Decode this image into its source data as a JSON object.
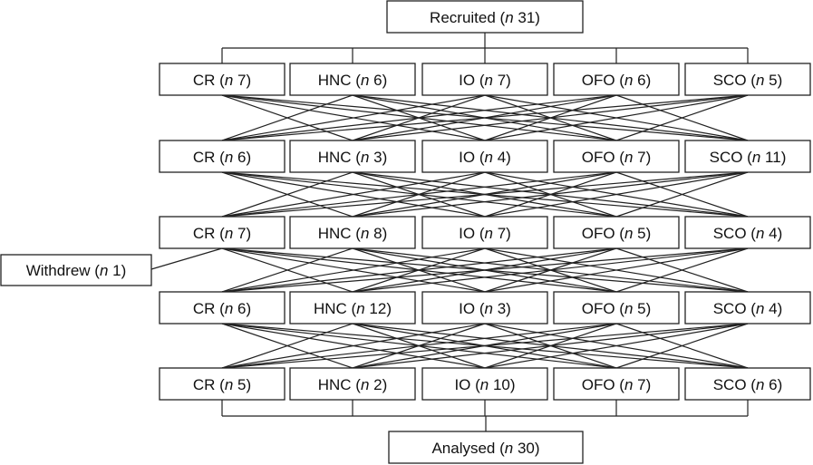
{
  "recruited": {
    "label": "Recruited (",
    "n": "n",
    "value": " 31)"
  },
  "withdrew": {
    "label": "Withdrew (",
    "n": "n",
    "value": " 1)"
  },
  "analysed": {
    "label": "Analysed (",
    "n": "n",
    "value": " 30)"
  },
  "rows": [
    [
      {
        "group": "CR",
        "value": "7"
      },
      {
        "group": "HNC",
        "value": "6"
      },
      {
        "group": "IO",
        "value": "7"
      },
      {
        "group": "OFO",
        "value": "6"
      },
      {
        "group": "SCO",
        "value": "5"
      }
    ],
    [
      {
        "group": "CR",
        "value": "6"
      },
      {
        "group": "HNC",
        "value": "3"
      },
      {
        "group": "IO",
        "value": "4"
      },
      {
        "group": "OFO",
        "value": "7"
      },
      {
        "group": "SCO",
        "value": "11"
      }
    ],
    [
      {
        "group": "CR",
        "value": "7"
      },
      {
        "group": "HNC",
        "value": "8"
      },
      {
        "group": "IO",
        "value": "7"
      },
      {
        "group": "OFO",
        "value": "5"
      },
      {
        "group": "SCO",
        "value": "4"
      }
    ],
    [
      {
        "group": "CR",
        "value": "6"
      },
      {
        "group": "HNC",
        "value": "12"
      },
      {
        "group": "IO",
        "value": "3"
      },
      {
        "group": "OFO",
        "value": "5"
      },
      {
        "group": "SCO",
        "value": "4"
      }
    ],
    [
      {
        "group": "CR",
        "value": "5"
      },
      {
        "group": "HNC",
        "value": "2"
      },
      {
        "group": "IO",
        "value": "10"
      },
      {
        "group": "OFO",
        "value": "7"
      },
      {
        "group": "SCO",
        "value": "6"
      }
    ]
  ]
}
